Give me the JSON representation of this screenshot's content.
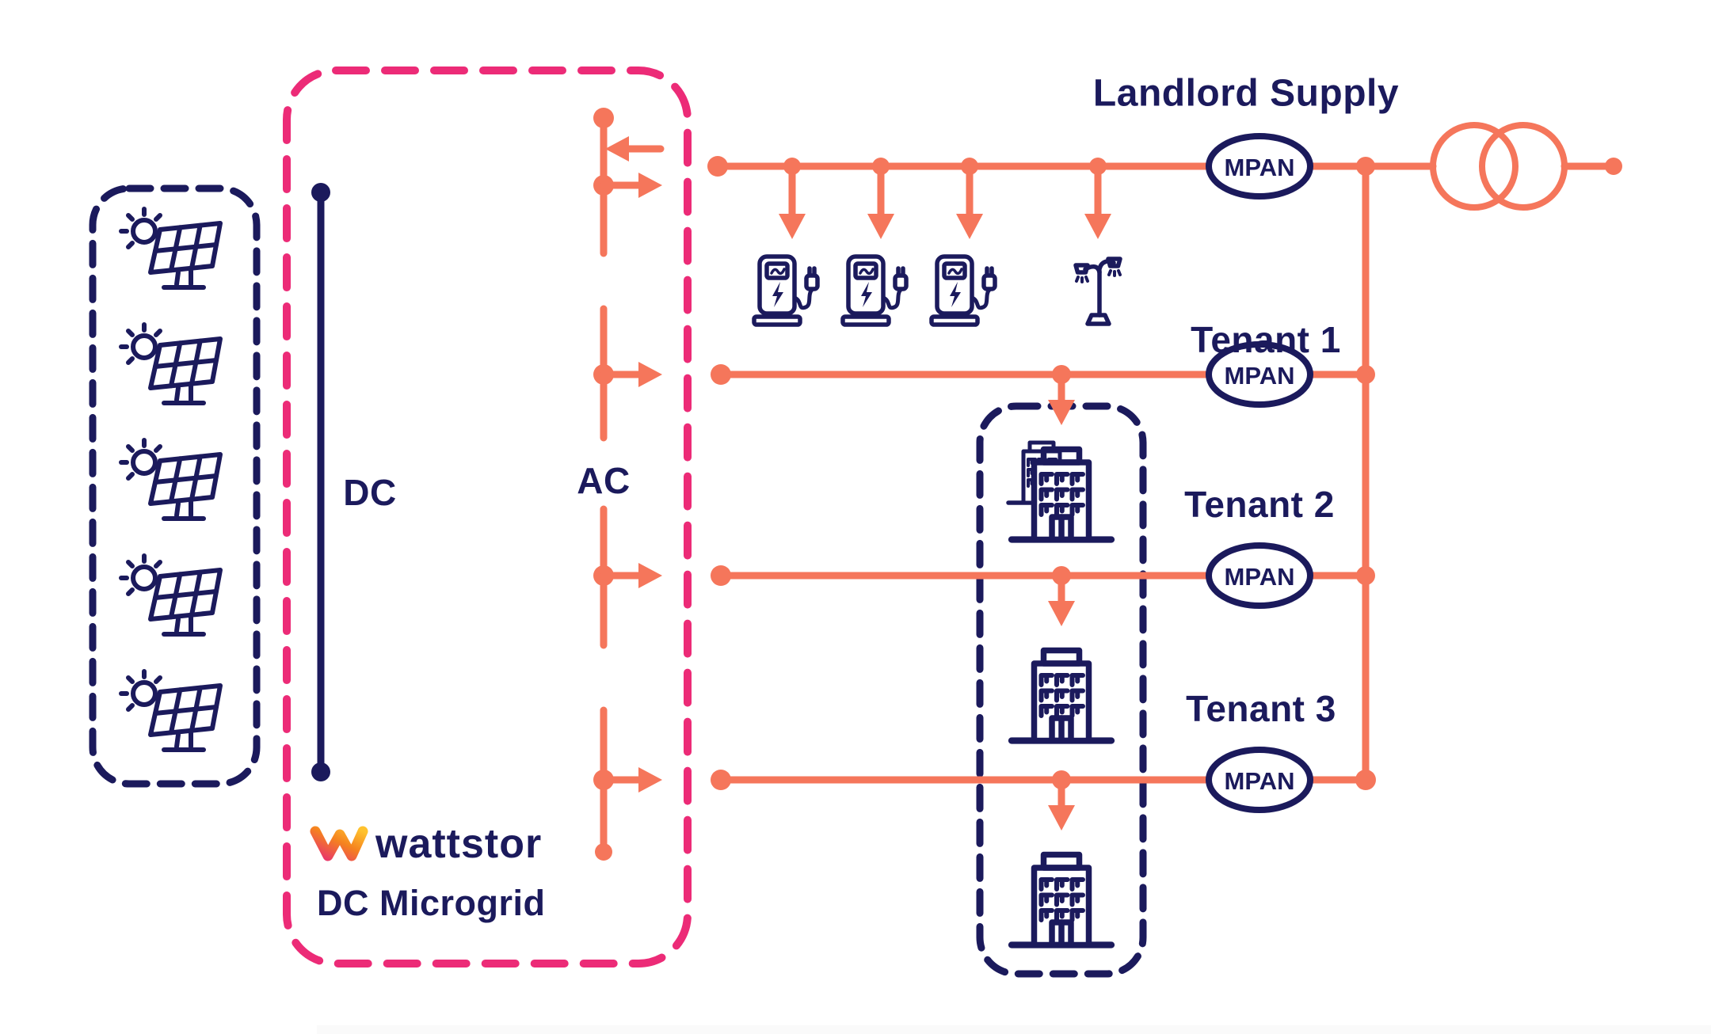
{
  "page": {
    "background": "#ffffff"
  },
  "colors": {
    "navy": "#1B1A5C",
    "orange": "#F5765B",
    "pink": "#EC2B77",
    "logo_gradient": [
      "#E8336E",
      "#F5821F",
      "#FFC22E"
    ]
  },
  "labels": {
    "landlord_supply": "Landlord Supply",
    "mpan": "MPAN",
    "dc": "DC",
    "ac": "AC",
    "logo": "wattstor",
    "dc_microgrid": "DC Microgrid"
  },
  "tenants": [
    {
      "label": "Tenant 1"
    },
    {
      "label": "Tenant 2"
    },
    {
      "label": "Tenant 3"
    }
  ],
  "icons": {
    "solar_panel_icon_count": 5,
    "ev_charger_icon_count": 3,
    "street_light_icon_count": 1,
    "building_icon_count": 3,
    "transformer_icon_count": 1,
    "mpan_meter_count": 4
  }
}
